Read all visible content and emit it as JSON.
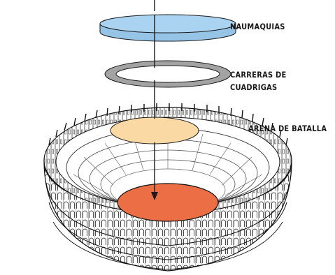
{
  "labels": {
    "naumaquias": "NAUMAQUIAS",
    "carreras_line1": "CARRERAS DE",
    "carreras_line2": "CUADRIGAS",
    "arena": "ARENA DE BATALLA"
  },
  "colors": {
    "naumaquias_disc": "#a9d3f0",
    "carreras_ring": "#a3a3a3",
    "arena_disc": "#fad9a4",
    "inner_arena": "#ec6e45",
    "line": "#1a1a1a"
  }
}
